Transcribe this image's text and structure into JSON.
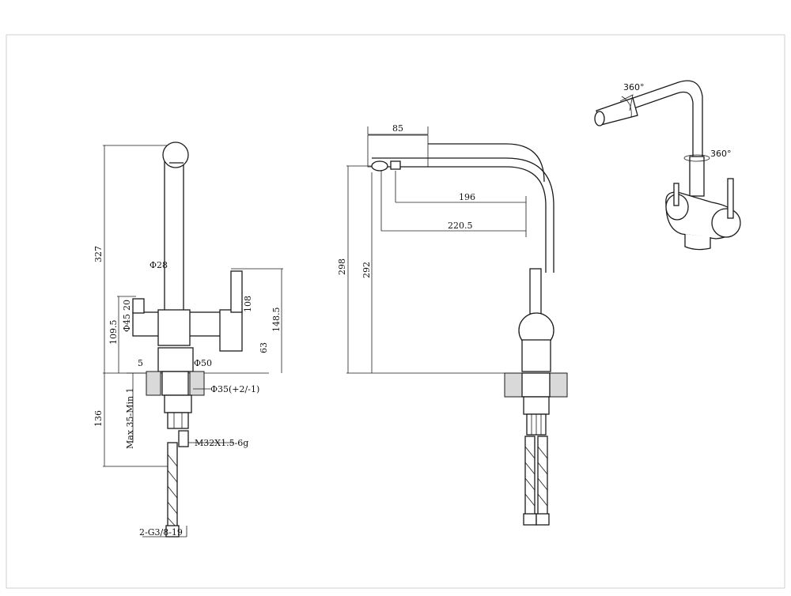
{
  "side_view": {
    "dims": {
      "overall_height": "327",
      "spout_dia": "Φ28",
      "body_dia": "Φ45",
      "lever_offset": "20",
      "body_height": "109.5",
      "lever_height": "108",
      "right_height": "148.5",
      "body_base": "63",
      "gap": "5",
      "base_dia": "Φ50",
      "hole_dia": "Φ35(+2/-1)",
      "below_deck": "136",
      "counter_thickness": "Max 35-Min 1",
      "thread": "M32X1.5-6g",
      "hose_thread": "2-G3/8-19"
    }
  },
  "front_view": {
    "dims": {
      "aerator_width": "85",
      "reach": "196",
      "overall_reach": "220.5",
      "overall_height": "298",
      "outlet_height": "292"
    }
  },
  "perspective_view": {
    "rotation_top": "360°",
    "rotation_neck": "360°"
  }
}
